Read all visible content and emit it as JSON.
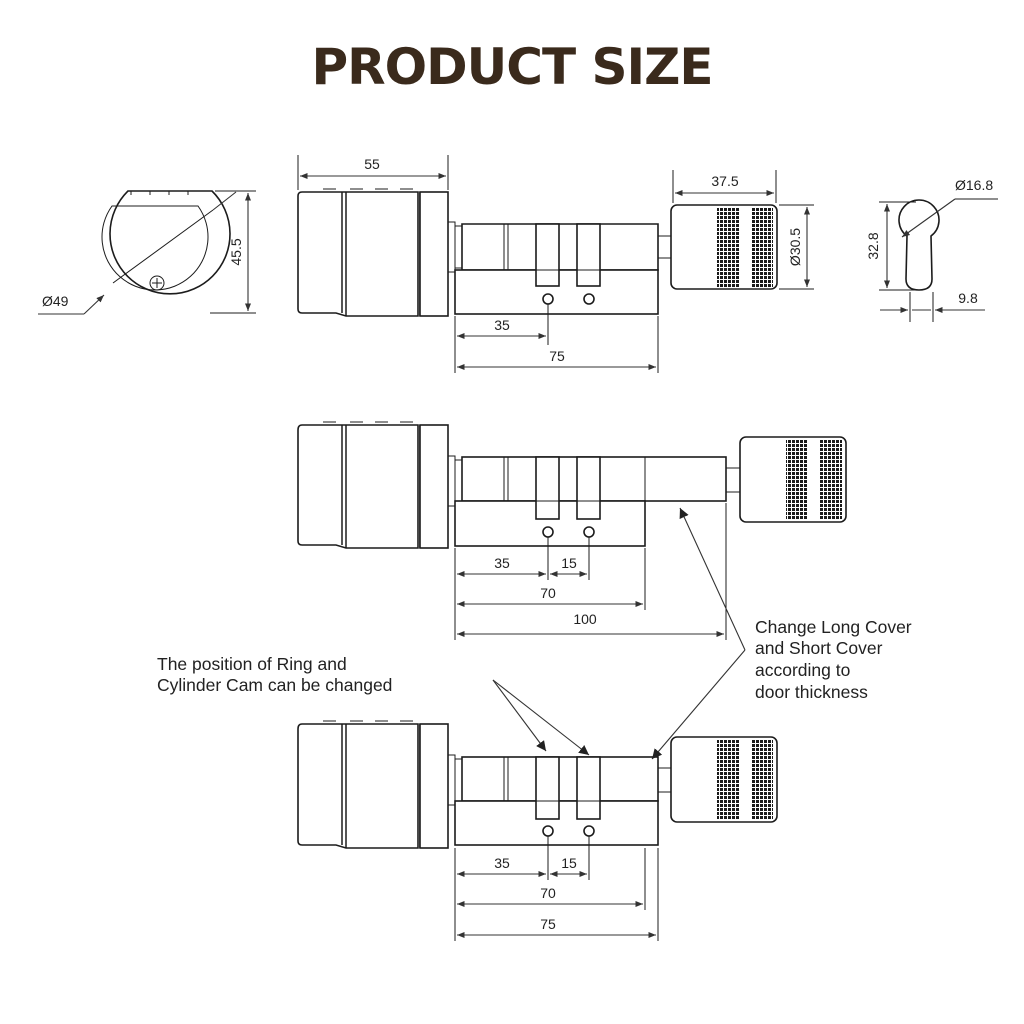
{
  "title": "PRODUCT SIZE",
  "colors": {
    "title": "#3a2a1c",
    "line": "#1c1c1c",
    "knurl": "#1a1a1a"
  },
  "dimensions": {
    "top_view": {
      "diameter": "Ø49",
      "height": "45.5"
    },
    "side_view": {
      "thumbturn_length": "55",
      "knob_length": "37.5",
      "knob_diameter": "Ø30.5",
      "cam_offset": "35",
      "total_length": "75"
    },
    "profile_view": {
      "pin_diameter": "Ø16.8",
      "height": "32.8",
      "width": "9.8"
    },
    "long_config": {
      "a": "35",
      "b": "15",
      "c": "70",
      "total": "100"
    },
    "short_config": {
      "a": "35",
      "b": "15",
      "c": "70",
      "total": "75"
    }
  },
  "notes": {
    "ring_cam": [
      "The position of Ring and",
      "Cylinder Cam can be changed"
    ],
    "cover": [
      "Change Long Cover",
      "and Short Cover",
      "according to",
      "door thickness"
    ]
  }
}
